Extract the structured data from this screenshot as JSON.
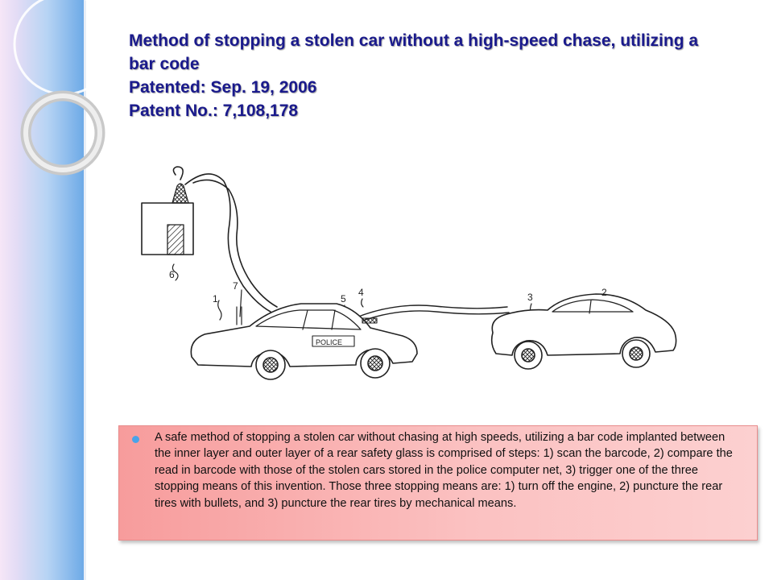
{
  "title": {
    "line1": "Method of stopping a stolen car without a high-speed chase, utilizing a",
    "line2": "bar code",
    "line3": "Patented: Sep. 19, 2006",
    "line4": "Patent No.: 7,108,178"
  },
  "figure": {
    "labels": [
      "6",
      "7",
      "1",
      "5",
      "4",
      "3",
      "2"
    ],
    "police_text": "POLICE"
  },
  "bullet": {
    "text": "A safe method of stopping a stolen car without chasing at high speeds, utilizing a bar code implanted between the inner layer and outer layer of a rear safety glass is comprised of steps: 1) scan the barcode, 2) compare the read in barcode with those of the stolen cars stored in the police computer net, 3) trigger one of the three stopping means of this invention. Those three stopping means are: 1) turn off the engine, 2) puncture the rear tires with bullets, and 3) puncture the rear tires by mechanical means."
  },
  "colors": {
    "title": "#1a1a8c",
    "box_left": "#f79c9c",
    "box_right": "#fcd0d0",
    "bullet": "#4aa3e8"
  }
}
